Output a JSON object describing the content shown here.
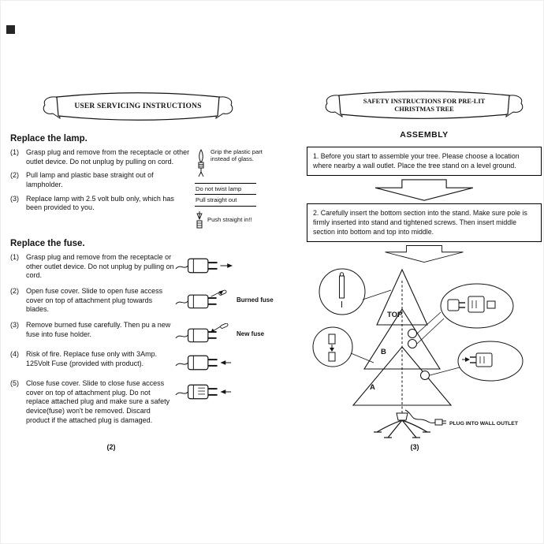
{
  "colors": {
    "ink": "#141414",
    "paper": "#ffffff"
  },
  "left_page": {
    "banner": "USER SERVICING INSTRUCTIONS",
    "lamp": {
      "heading": "Replace the lamp.",
      "steps": [
        {
          "num": "(1)",
          "text": "Grasp plug and remove from the receptacle or other outlet device. Do not unplug by pulling on cord."
        },
        {
          "num": "(2)",
          "text": "Pull lamp and plastic base straight out of lampholder."
        },
        {
          "num": "(3)",
          "text": "Replace lamp with 2.5 volt bulb only, which has been provided to you."
        }
      ],
      "notes": {
        "grip": "Grip the plastic part instead of glass.",
        "no_twist": "Do not twist lamp",
        "pull_out": "Pull straight out",
        "push_in": "Push straight in!!"
      }
    },
    "fuse": {
      "heading": "Replace the fuse.",
      "steps": [
        {
          "num": "(1)",
          "text": "Grasp plug and remove from the receptacle or other outlet device. Do not unplug by pulling on cord.",
          "label": ""
        },
        {
          "num": "(2)",
          "text": "Open fuse cover. Slide to open fuse access cover on top of attachment plug towards blades.",
          "label": "Burned fuse"
        },
        {
          "num": "(3)",
          "text": "Remove burned fuse carefully. Then pu a new fuse into fuse holder.",
          "label": "New fuse"
        },
        {
          "num": "(4)",
          "text": "Risk of fire. Replace fuse only with 3Amp. 125Volt Fuse (provided with product).",
          "label": ""
        },
        {
          "num": "(5)",
          "text": "Close fuse cover. Slide to close fuse access cover on top of attachment plug. Do not replace attached plug and make sure a safety device(fuse) won't be removed. Discard product if the attached plug is damaged.",
          "label": ""
        }
      ]
    },
    "page_number": "(2)"
  },
  "right_page": {
    "banner_line1": "SAFETY INSTRUCTIONS FOR PRE-LIT",
    "banner_line2": "CHRISTMAS TREE",
    "assembly": "ASSEMBLY",
    "step1": "1. Before you start to assemble your tree. Please choose a location where nearby a wall outlet. Place the tree stand on a level ground.",
    "step2": "2. Carefully insert the bottom section into the stand. Make sure pole is firmly inserted into stand and tightened screws. Then insert middle section into bottom and top into middle.",
    "tree": {
      "top_label": "TOP",
      "middle_label": "B",
      "bottom_label": "A",
      "plug_label": "PLUG INTO WALL OUTLET"
    },
    "page_number": "(3)"
  }
}
